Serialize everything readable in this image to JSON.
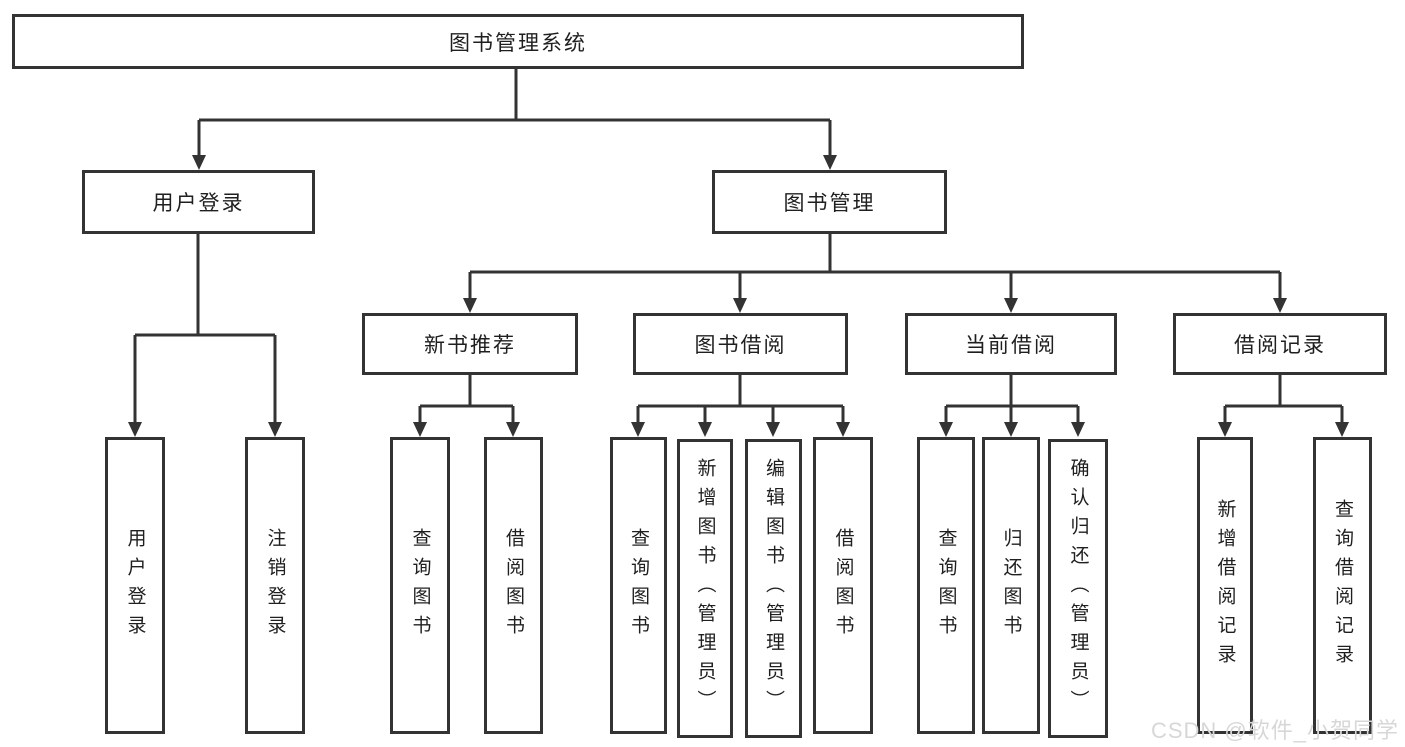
{
  "diagram": {
    "type": "hierarchy-tree",
    "root": "图书管理系统",
    "level2": [
      "用户登录",
      "图书管理"
    ],
    "level3": [
      "新书推荐",
      "图书借阅",
      "当前借阅",
      "借阅记录"
    ],
    "leaves": {
      "user_login": [
        "用户登录",
        "注销登录"
      ],
      "new_book_rec": [
        "查询图书",
        "借阅图书"
      ],
      "book_borrow": [
        "查询图书",
        "新增图书（管理员）",
        "编辑图书（管理员）",
        "借阅图书"
      ],
      "current_borrow": [
        "查询图书",
        "归还图书",
        "确认归还（管理员）"
      ],
      "borrow_record": [
        "新增借阅记录",
        "查询借阅记录"
      ]
    }
  },
  "colors": {
    "line": "#333333",
    "text": "#1f1f1f",
    "background": "#ffffff",
    "watermark": "#d7d7d7"
  },
  "watermark": "CSDN @软件_小贺同学"
}
